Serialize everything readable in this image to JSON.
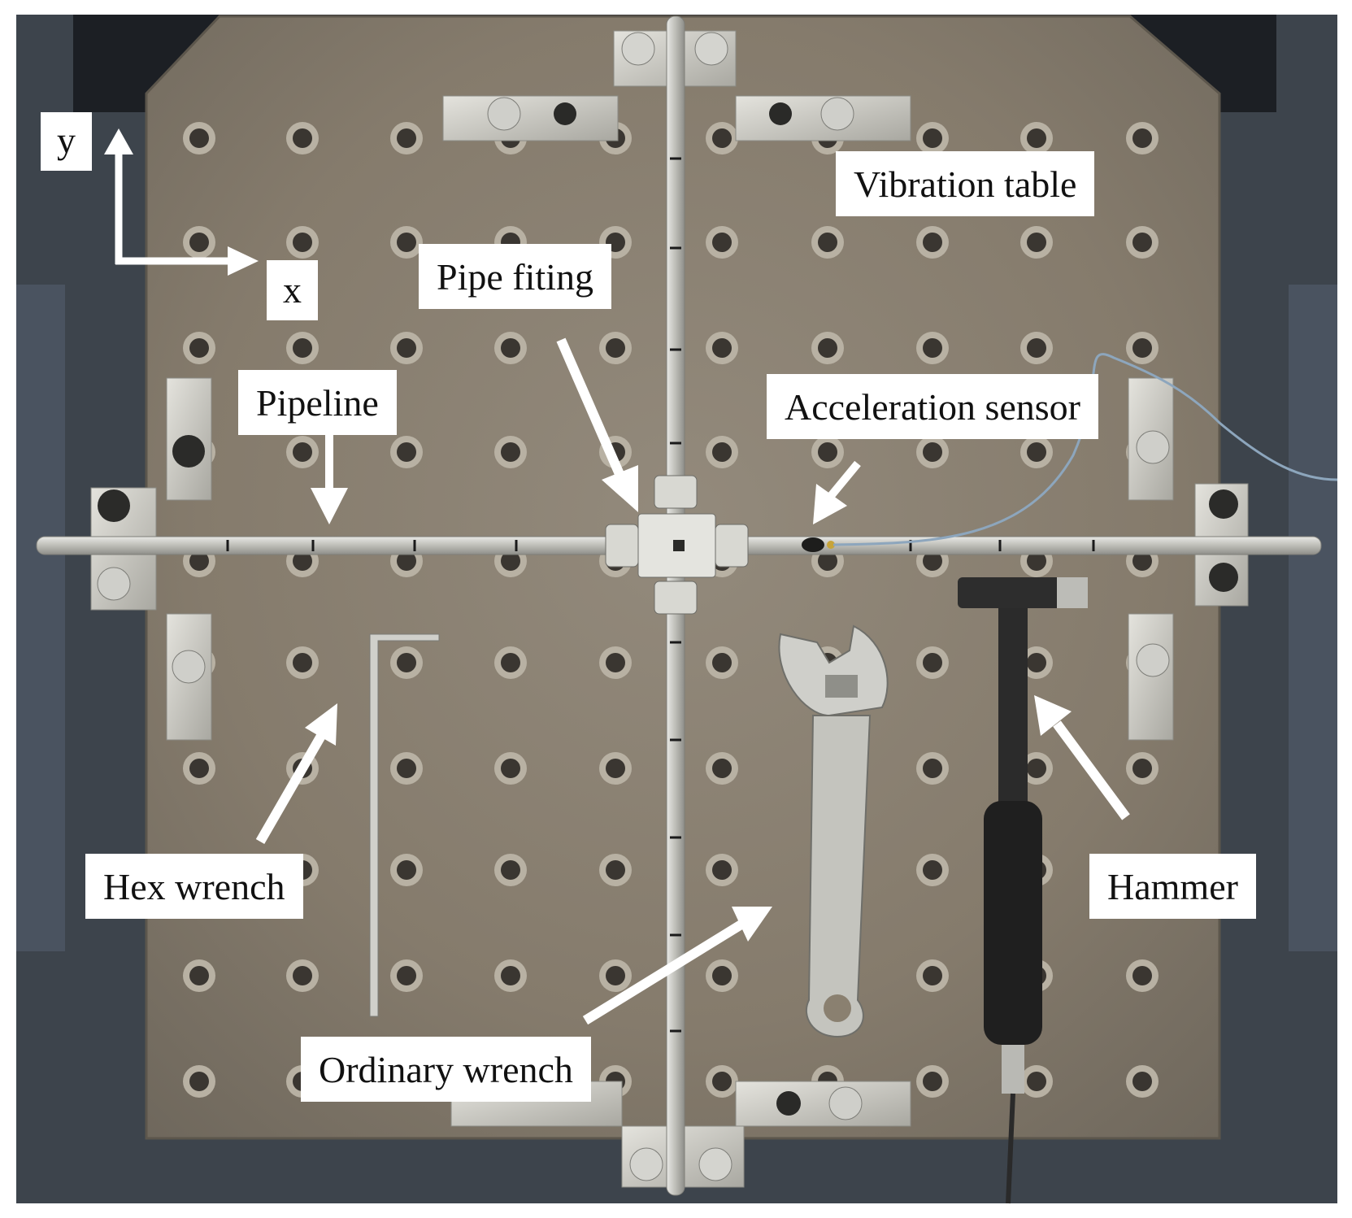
{
  "figure": {
    "description_labels": {
      "vibration_table": "Vibration table",
      "pipe_fitting": "Pipe fiting",
      "pipeline": "Pipeline",
      "acceleration_sensor": "Acceleration sensor",
      "hex_wrench": "Hex wrench",
      "ordinary_wrench": "Ordinary wrench",
      "hammer": "Hammer"
    },
    "axes": {
      "y_label": "y",
      "x_label": "x"
    },
    "colors": {
      "background_dark": "#3d444c",
      "table_plate": "#8a8070",
      "pipe": "#c9c9c4",
      "arrow": "#ffffff",
      "label_bg": "#ffffff",
      "hammer_handle": "#2b2b2b"
    }
  }
}
